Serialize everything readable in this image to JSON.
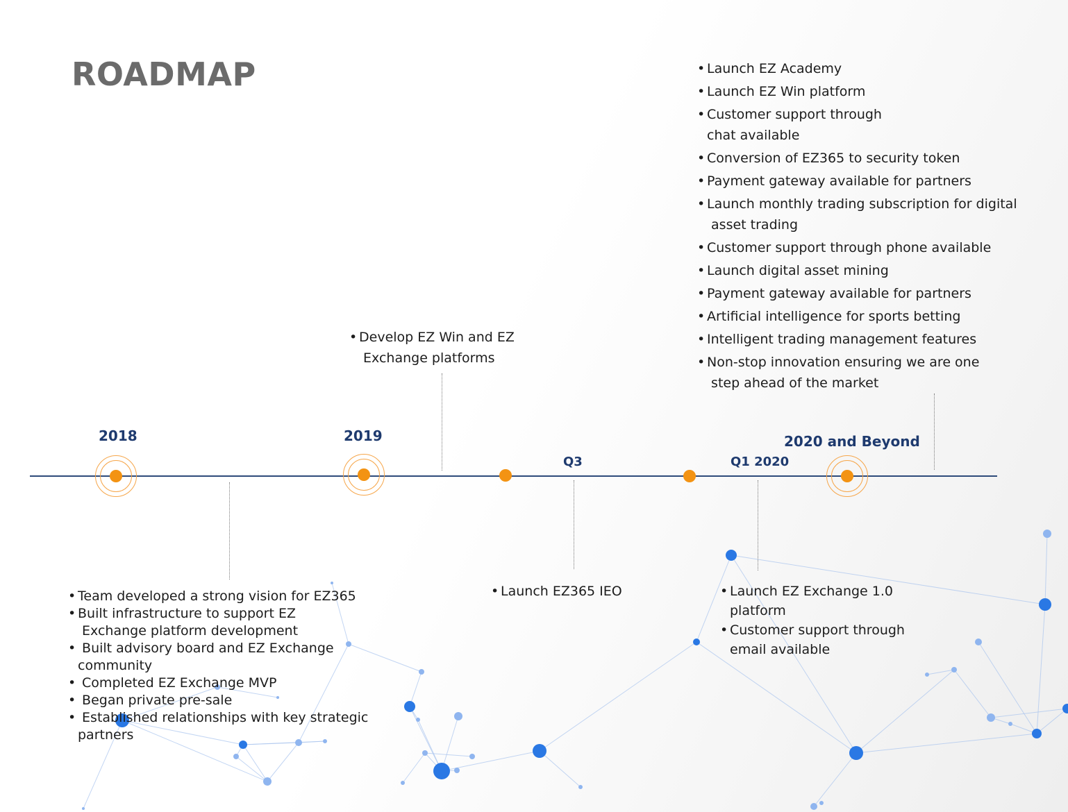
{
  "title": "ROADMAP",
  "colors": {
    "axis": "#2d4a7a",
    "marker": "#f39313",
    "year_label": "#1e3a6e",
    "title": "#6b6b6b",
    "network": "#2f7fe8"
  },
  "milestones": {
    "y2018": {
      "label": "2018"
    },
    "y2019": {
      "label": "2019"
    },
    "q3": {
      "label": "Q3"
    },
    "q1_2020": {
      "label": "Q1 2020"
    },
    "y2020": {
      "label": "2020 and Beyond"
    }
  },
  "lists": {
    "y2018": [
      "Team developed a strong vision for EZ365",
      "Built infrastructure to support EZ\n Exchange platform development",
      " Built advisory board and EZ Exchange\ncommunity",
      " Completed EZ Exchange MVP",
      " Began private pre-sale",
      " Established relationships with key strategic\npartners"
    ],
    "y2019": [
      "Develop EZ Win and EZ\n Exchange platforms"
    ],
    "q3": [
      "Launch EZ365 IEO"
    ],
    "q1_2020": [
      "Launch EZ Exchange 1.0\nplatform",
      "Customer support through\nemail available"
    ],
    "y2020": [
      "Launch EZ Academy",
      "Launch EZ Win platform",
      "Customer support through\nchat available",
      "Conversion of EZ365 to security token",
      "Payment gateway available for partners",
      "Launch monthly trading subscription for digital\n asset trading",
      "Customer support through phone available",
      "Launch digital asset mining",
      "Payment gateway available for partners",
      "Artificial intelligence for sports betting",
      "Intelligent trading management features",
      "Non-stop innovation ensuring we are one\n step ahead of the market"
    ]
  }
}
